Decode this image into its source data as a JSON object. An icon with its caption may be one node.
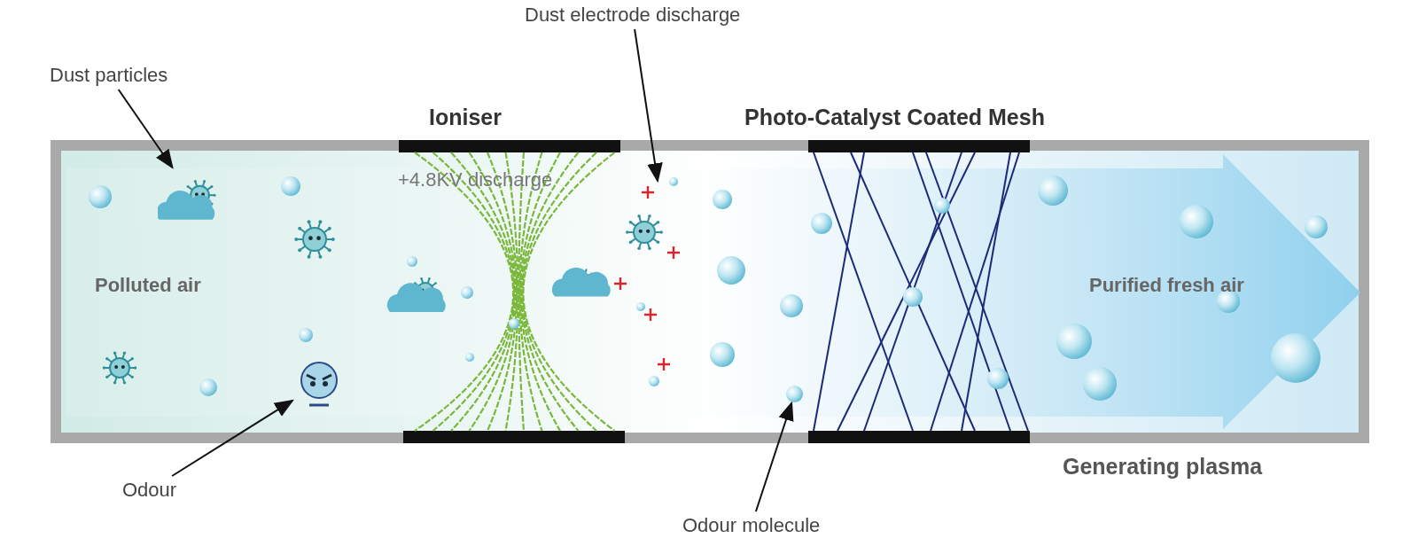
{
  "diagram": {
    "nodes": [
      {
        "text": [
          "Dust particles"
        ]
      },
      {
        "text": [],
        "shape": "picture"
      },
      {
        "text": [
          "Dust electrode discharge"
        ]
      },
      {
        "text": [],
        "shape": "picture"
      },
      {
        "text": [
          "Odour"
        ]
      },
      {
        "text": [
          "Odour molecule"
        ]
      },
      {
        "text": [],
        "shape": "circle"
      }
    ],
    "edges": [
      {
        "from": 0,
        "to": 1,
        "arrow": "to"
      },
      {
        "from": 2,
        "to": null,
        "arrow": "to"
      },
      {
        "from": 4,
        "to": 3,
        "arrow": "to"
      },
      {
        "from": 5,
        "to": 6,
        "arrow": "to"
      }
    ],
    "labels": [
      "Ioniser",
      "Photo-Catalyst Coated Mesh",
      "+4.8KV discharge",
      "Polluted air",
      "Purified fresh air",
      "Generating plasma"
    ]
  }
}
